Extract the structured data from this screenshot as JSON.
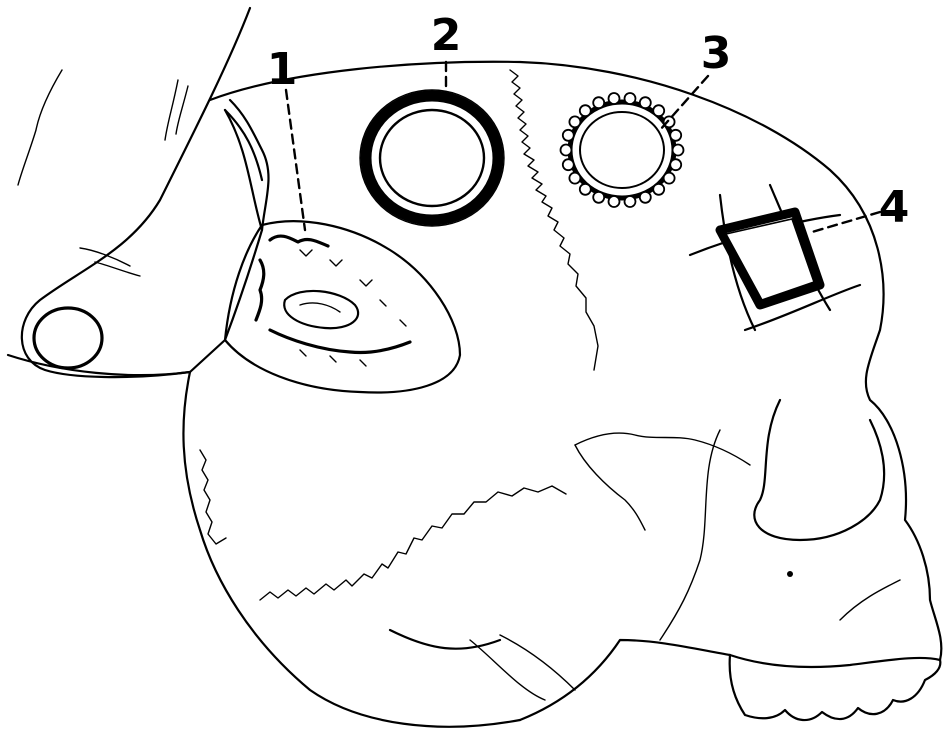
{
  "labels": {
    "l1": "1",
    "l2": "2",
    "l3": "3",
    "l4": "4"
  }
}
